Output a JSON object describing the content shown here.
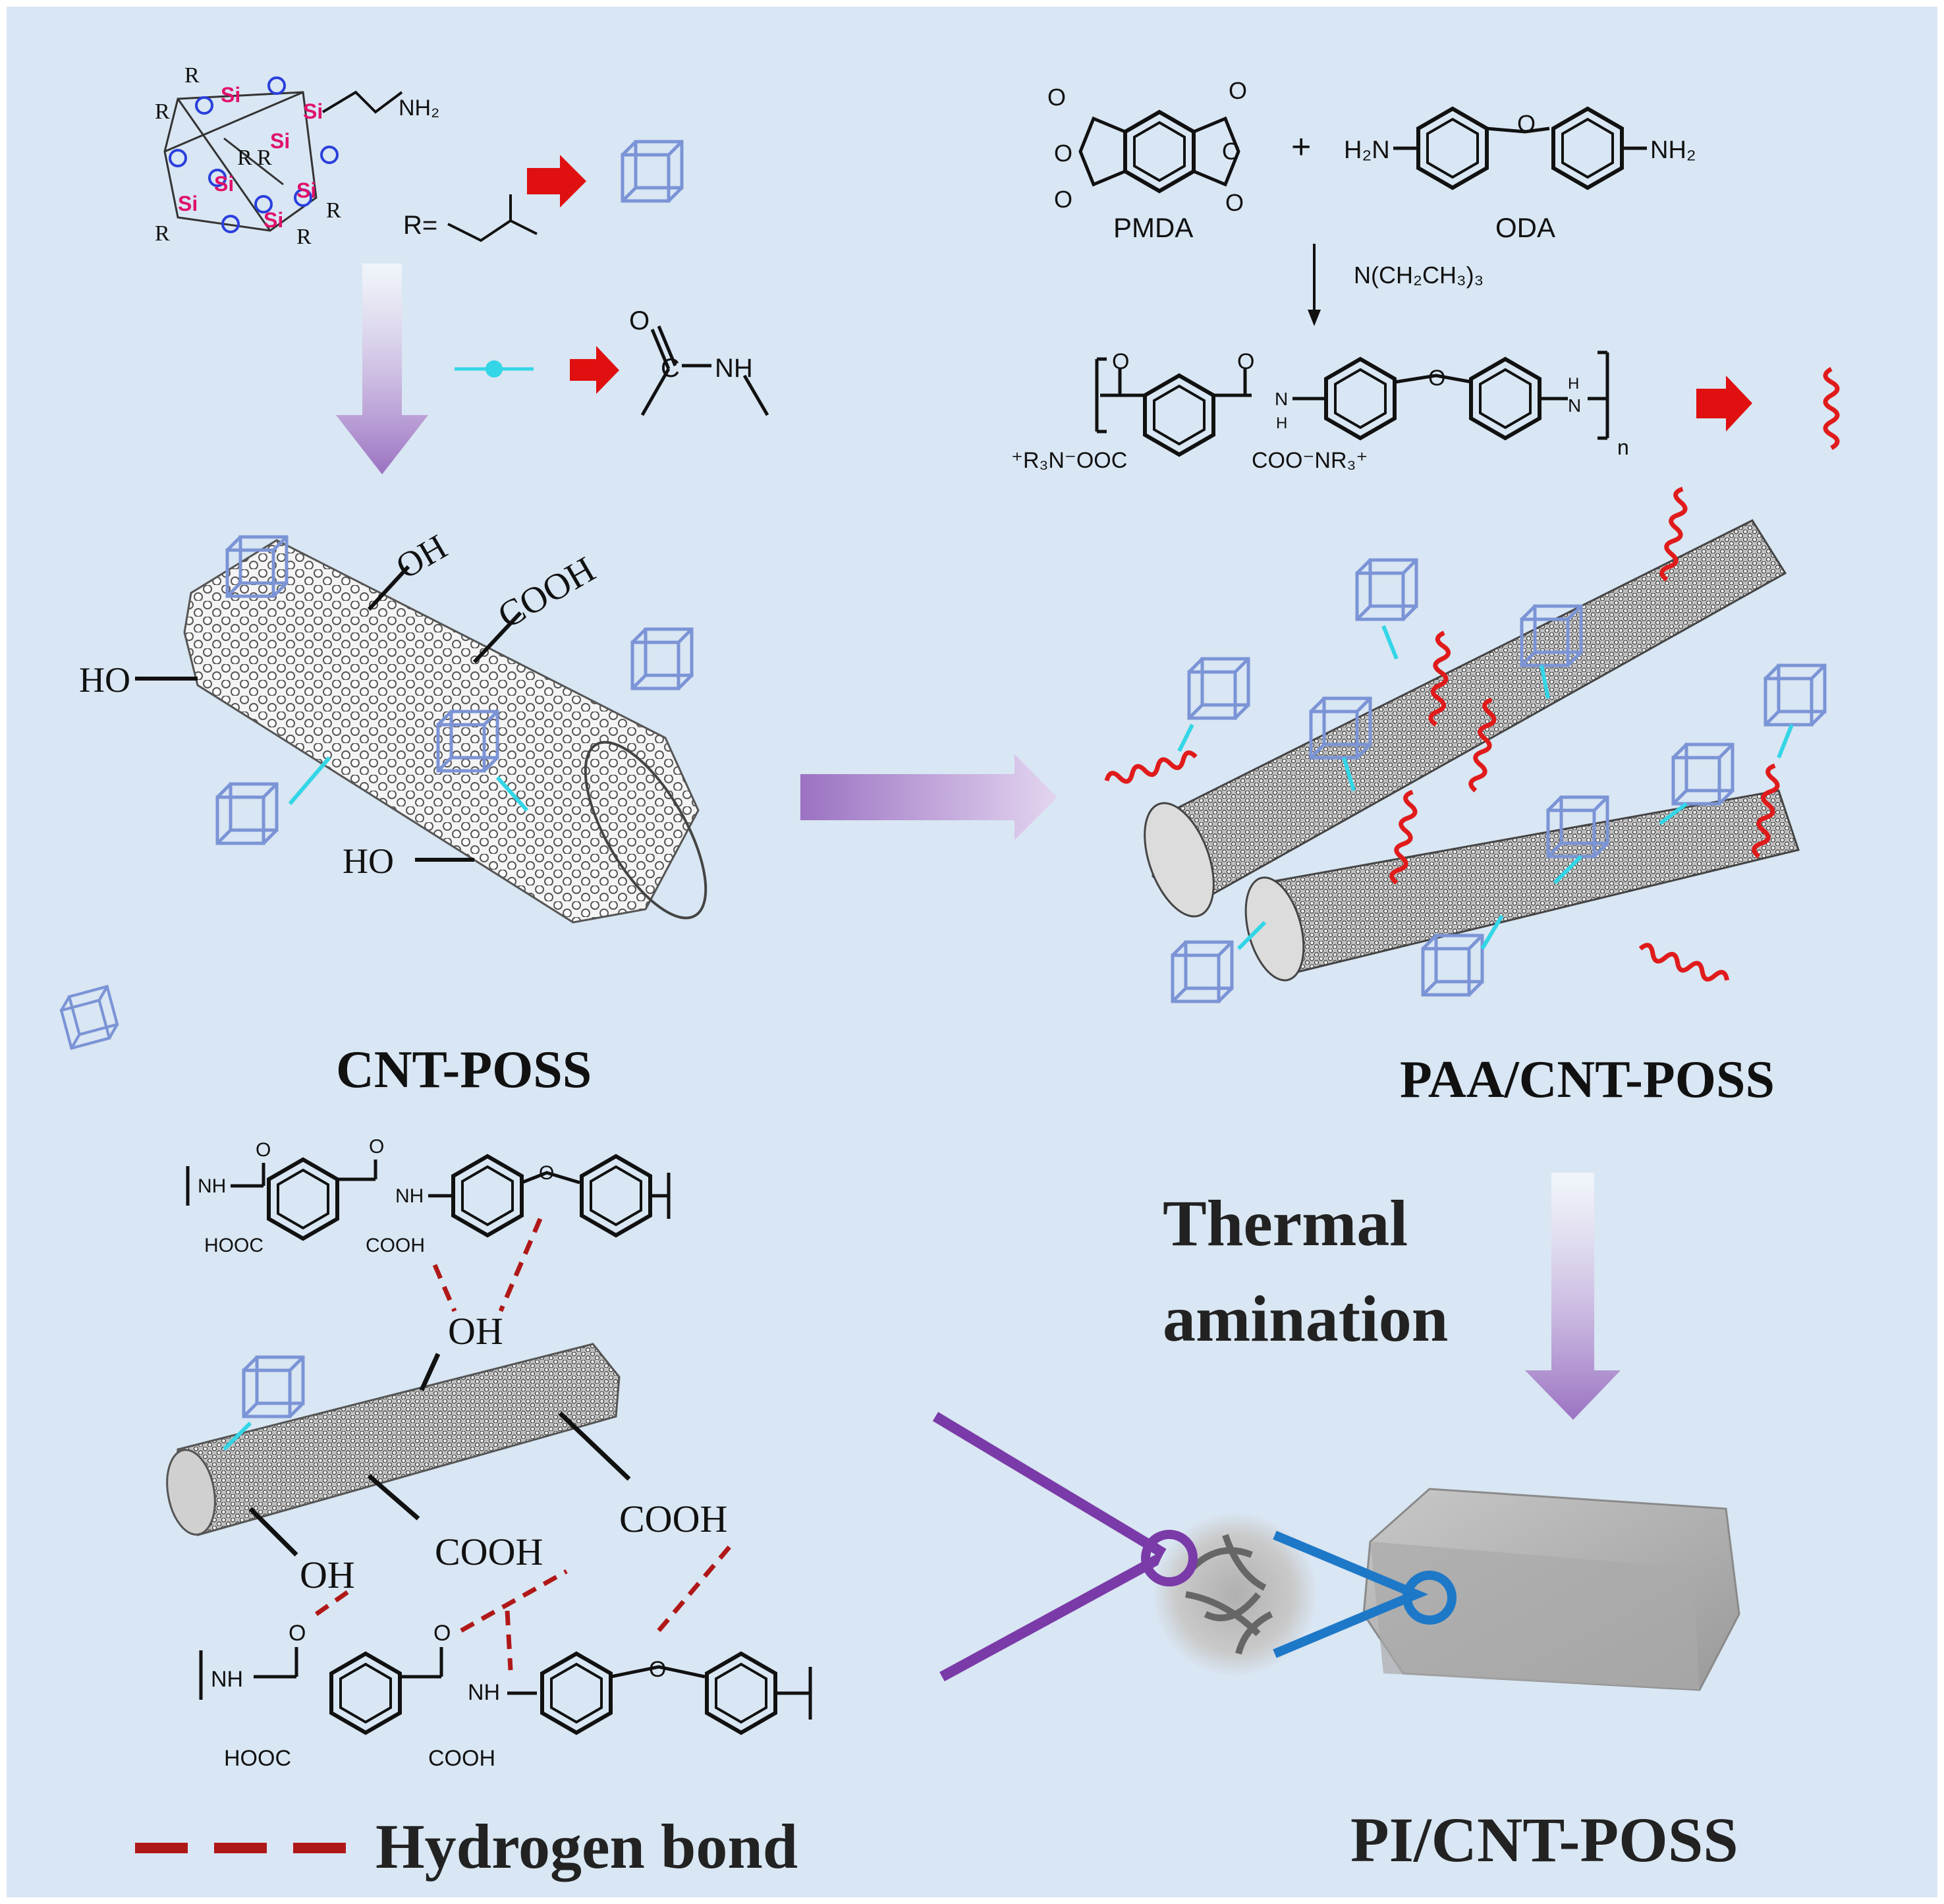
{
  "labels": {
    "cnt_poss": "CNT-POSS",
    "paa_cnt_poss": "PAA/CNT-POSS",
    "thermal_line1": "Thermal",
    "thermal_line2": "amination",
    "hydrogen_bond": "Hydrogen bond",
    "pi_cnt_poss": "PI/CNT-POSS"
  },
  "chem": {
    "poss_nh2": "NH₂",
    "poss_r_eq": "R=",
    "poss_si": "Si",
    "poss_r": "R",
    "amide_o": "O",
    "amide_c": "C",
    "amide_nh": "NH",
    "pmda": "PMDA",
    "oda": "ODA",
    "plus": "+",
    "h2n": "H₂N",
    "nh2": "NH₂",
    "o": "O",
    "catalyst": "N(CH₂CH₃)₃",
    "left_salt": "⁺R₃N⁻OOC",
    "right_salt": "COO⁻NR₃⁺",
    "n": "n",
    "n_sub": "N",
    "h_sub": "H",
    "nh": "NH",
    "hooc": "HOOC",
    "cooh": "COOH",
    "oh": "OH",
    "ho": "HO"
  },
  "colors": {
    "background": "#d9e6f3",
    "poss_cube": "#7b94d6",
    "linker": "#33d6e6",
    "red_arrow": "#e01010",
    "purple_arrow": "#9b72c2",
    "hbond": "#b01818",
    "pi_chain": "#e01b1b",
    "purple_line": "#7a3aa8",
    "blue_line": "#1e78c8",
    "nanotube": "#6b6b6b"
  }
}
